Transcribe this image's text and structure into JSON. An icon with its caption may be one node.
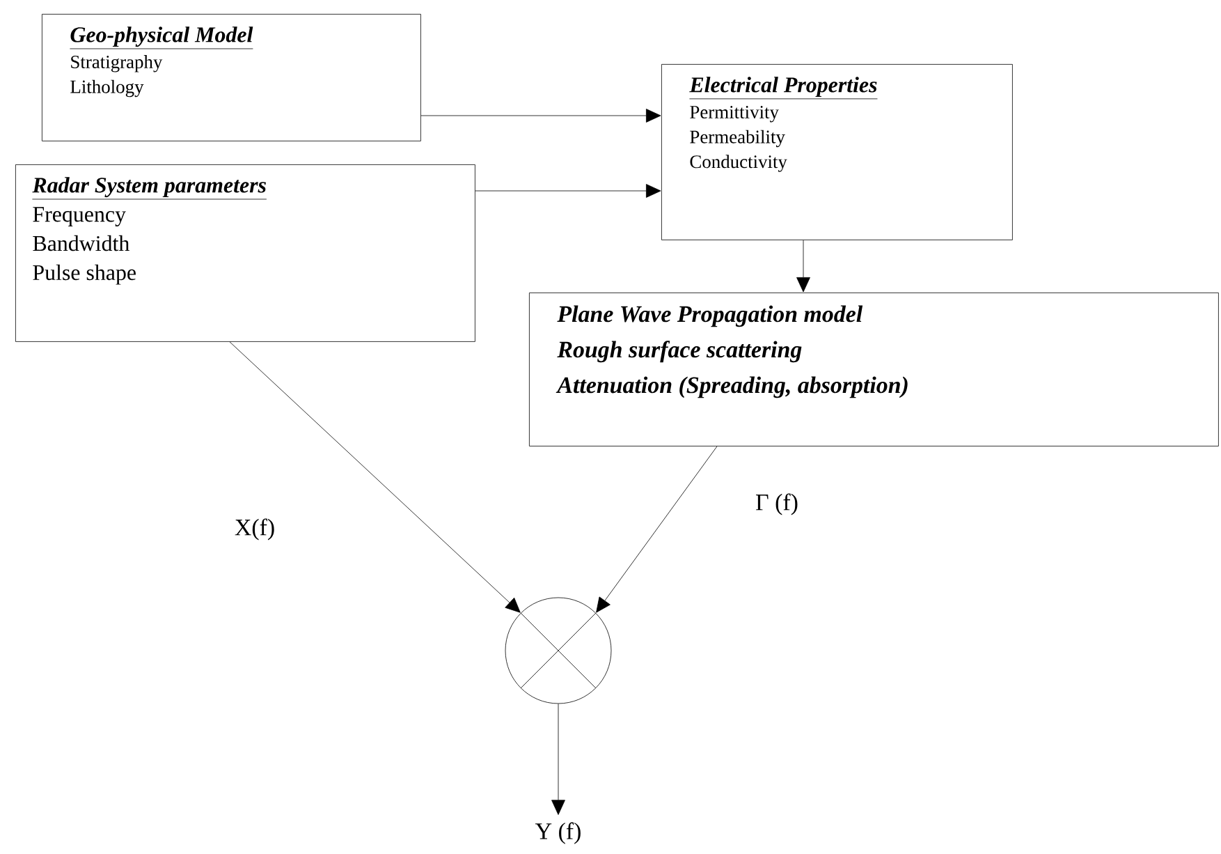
{
  "diagram": {
    "nodes": [
      {
        "text": [
          "Geo-physical Model",
          "Stratigraphy",
          "Lithology"
        ]
      },
      {
        "text": [
          "Radar System parameters",
          "Frequency",
          "Bandwidth",
          "Pulse shape"
        ]
      },
      {
        "text": [
          "Electrical Properties",
          "Permittivity",
          "Permeability",
          "Conductivity"
        ]
      },
      {
        "text": [
          "Plane Wave Propagation model",
          "Rough surface scattering",
          "Attenuation (Spreading, absorption)"
        ]
      },
      {
        "text": [],
        "shape": "circle"
      },
      {
        "text": [
          "Y (f)"
        ]
      }
    ],
    "edges": [
      {
        "from": 0,
        "to": 2,
        "arrow": "to"
      },
      {
        "from": 1,
        "to": 2,
        "arrow": "to"
      },
      {
        "from": 2,
        "to": 3,
        "arrow": "to"
      },
      {
        "from": 1,
        "to": 4,
        "arrow": "to",
        "label": "X(f)"
      },
      {
        "from": 3,
        "to": 4,
        "arrow": "to",
        "label": "Γ (f)"
      },
      {
        "from": 4,
        "to": 5,
        "arrow": "to"
      }
    ]
  }
}
